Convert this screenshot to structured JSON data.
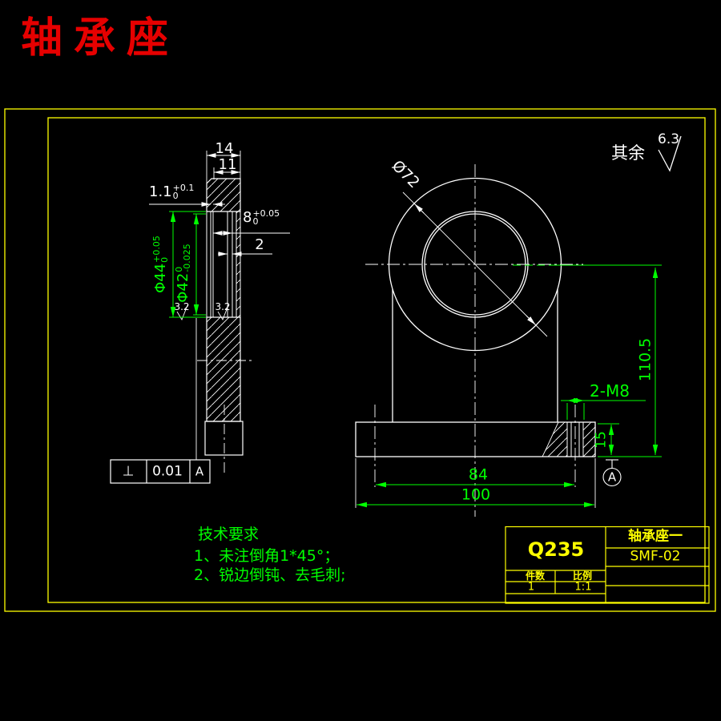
{
  "header": {
    "title": "轴承座"
  },
  "surface_default": {
    "prefix": "其余",
    "value": "6.3"
  },
  "left_view": {
    "d14": "14",
    "d11": "11",
    "d1_1": {
      "nom": "1.1",
      "up": "+0.1",
      "lo": "0"
    },
    "d8": {
      "nom": "8",
      "up": "+0.05",
      "lo": "0"
    },
    "d2": "2",
    "phi44": {
      "nom": "Φ44",
      "up": "+0.05",
      "lo": "0"
    },
    "phi42": {
      "nom": "Φ42",
      "up": "0",
      "lo": "-0.025"
    },
    "roughness1": "3.2",
    "roughness2": "3.2"
  },
  "front_view": {
    "phi72": "Ø72",
    "height": "110.5",
    "holes": "2-M8",
    "base_h": "15",
    "hole_span": "84",
    "base_w": "100",
    "datum": "A"
  },
  "tolerance_frame": {
    "symbol": "⊥",
    "value": "0.01",
    "datum": "A"
  },
  "tech_req": {
    "title": "技术要求",
    "items": [
      "1、未注倒角1*45°；",
      "2、锐边倒钝、去毛刺;"
    ]
  },
  "title_block": {
    "material": "Q235",
    "part_name": "轴承座一",
    "part_code": "SMF-02",
    "qty_label": "件数",
    "qty_value": "1",
    "scale_label": "比例",
    "scale_value": "1:1"
  }
}
